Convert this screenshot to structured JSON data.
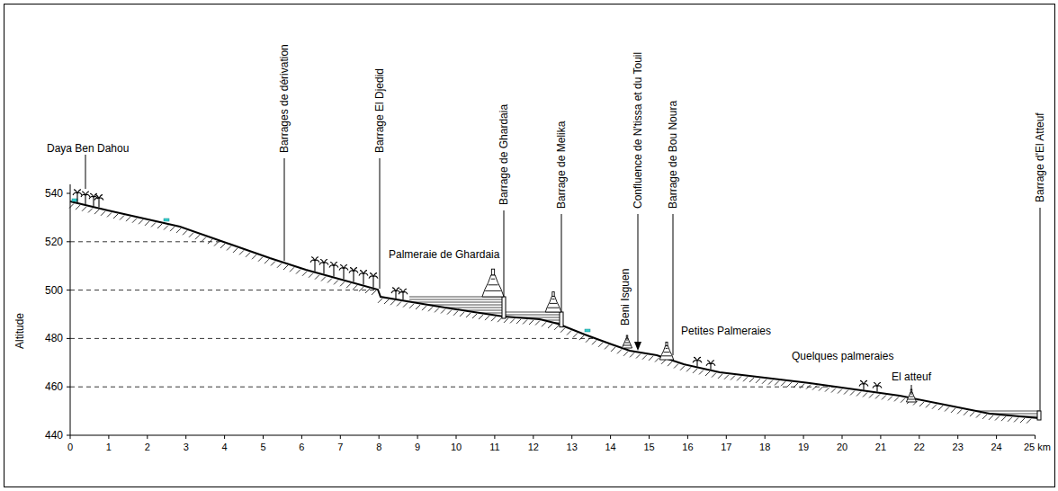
{
  "diagram": {
    "labels": [
      "Daya Ben Dahou",
      "Barrages de dérivation",
      "Barrage El Djedid",
      "Palmeraie de Ghardaia",
      "Barrage de Ghardaia",
      "Barrage de Melika",
      "Beni Isguen",
      "Confluence de N'tissa et du Touil",
      "Barrage de Bou Noura",
      "Petites Palmeraies",
      "Quelques palmeraies",
      "El atteuf",
      "Barrage d'El Atteuf",
      "540",
      "520",
      "500",
      "480",
      "460",
      "440",
      "Altitude",
      "0",
      "1",
      "2",
      "3",
      "4",
      "5",
      "6",
      "7",
      "8",
      "9",
      "10",
      "11",
      "12",
      "13",
      "14",
      "15",
      "16",
      "17",
      "18",
      "19",
      "20",
      "21",
      "22",
      "23",
      "24",
      "25 km"
    ]
  }
}
